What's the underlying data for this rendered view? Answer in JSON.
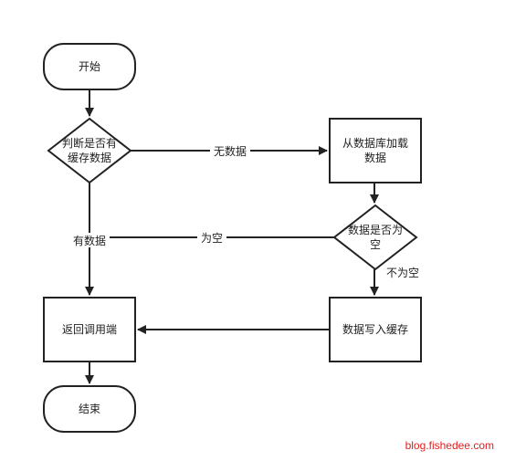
{
  "nodes": {
    "start": "开始",
    "check_cache_line1": "判断是否有",
    "check_cache_line2": "缓存数据",
    "load_db_line1": "从数据库加载",
    "load_db_line2": "数据",
    "is_empty_line1": "数据是否为",
    "is_empty_line2": "空",
    "return_caller": "返回调用端",
    "write_cache": "数据写入缓存",
    "end": "结束"
  },
  "edges": {
    "no_data": "无数据",
    "has_data": "有数据",
    "is_empty": "为空",
    "not_empty": "不为空"
  },
  "watermark": "blog.fishedee.com",
  "colors": {
    "stroke": "#222222",
    "watermark": "#e02020"
  }
}
